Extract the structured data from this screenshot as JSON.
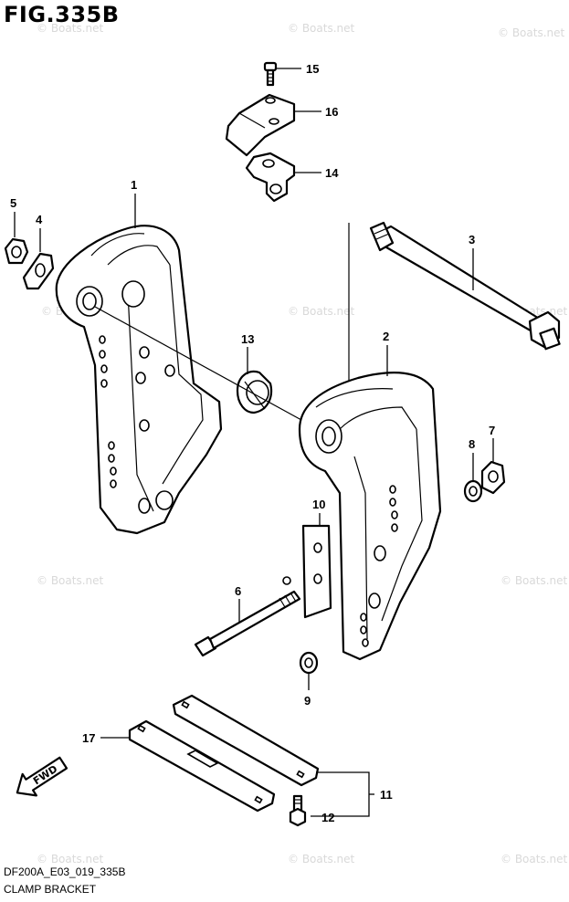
{
  "figure": {
    "title": "FIG.335B",
    "code": "DF200A_E03_019_335B",
    "name": "CLAMP BRACKET"
  },
  "watermark": "© Boats.net",
  "direction_label": "FWD",
  "callouts": [
    "1",
    "2",
    "3",
    "4",
    "5",
    "6",
    "7",
    "8",
    "9",
    "10",
    "11",
    "12",
    "13",
    "14",
    "15",
    "16",
    "17"
  ],
  "colors": {
    "line": "#000000",
    "background": "#ffffff",
    "watermark": "#d9d9d9"
  }
}
